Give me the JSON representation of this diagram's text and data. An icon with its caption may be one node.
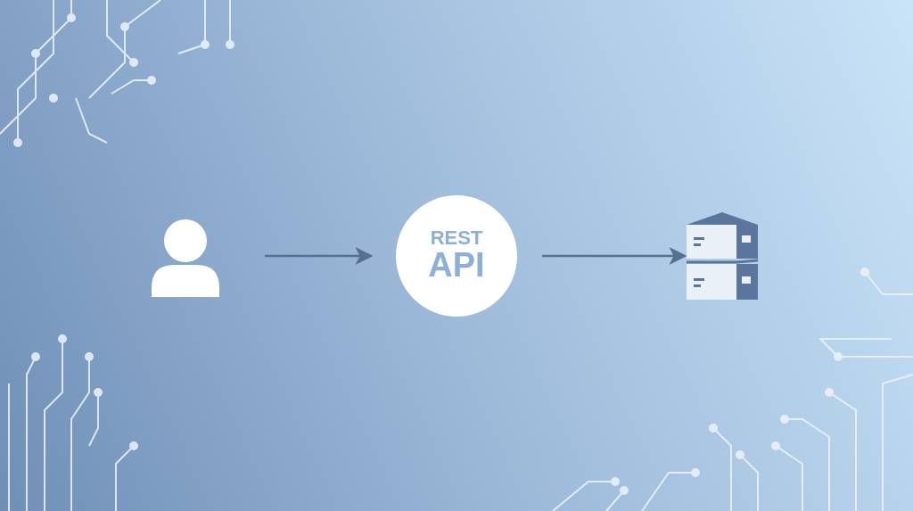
{
  "diagram": {
    "nodes": [
      {
        "text": [],
        "shape": "person"
      },
      {
        "text": [
          "REST",
          "API"
        ]
      },
      {
        "text": [],
        "shape": "picture"
      }
    ],
    "edges": [
      {
        "from": 0,
        "to": 1,
        "arrow": "to"
      },
      {
        "from": 1,
        "to": 2,
        "arrow": "to"
      }
    ]
  }
}
